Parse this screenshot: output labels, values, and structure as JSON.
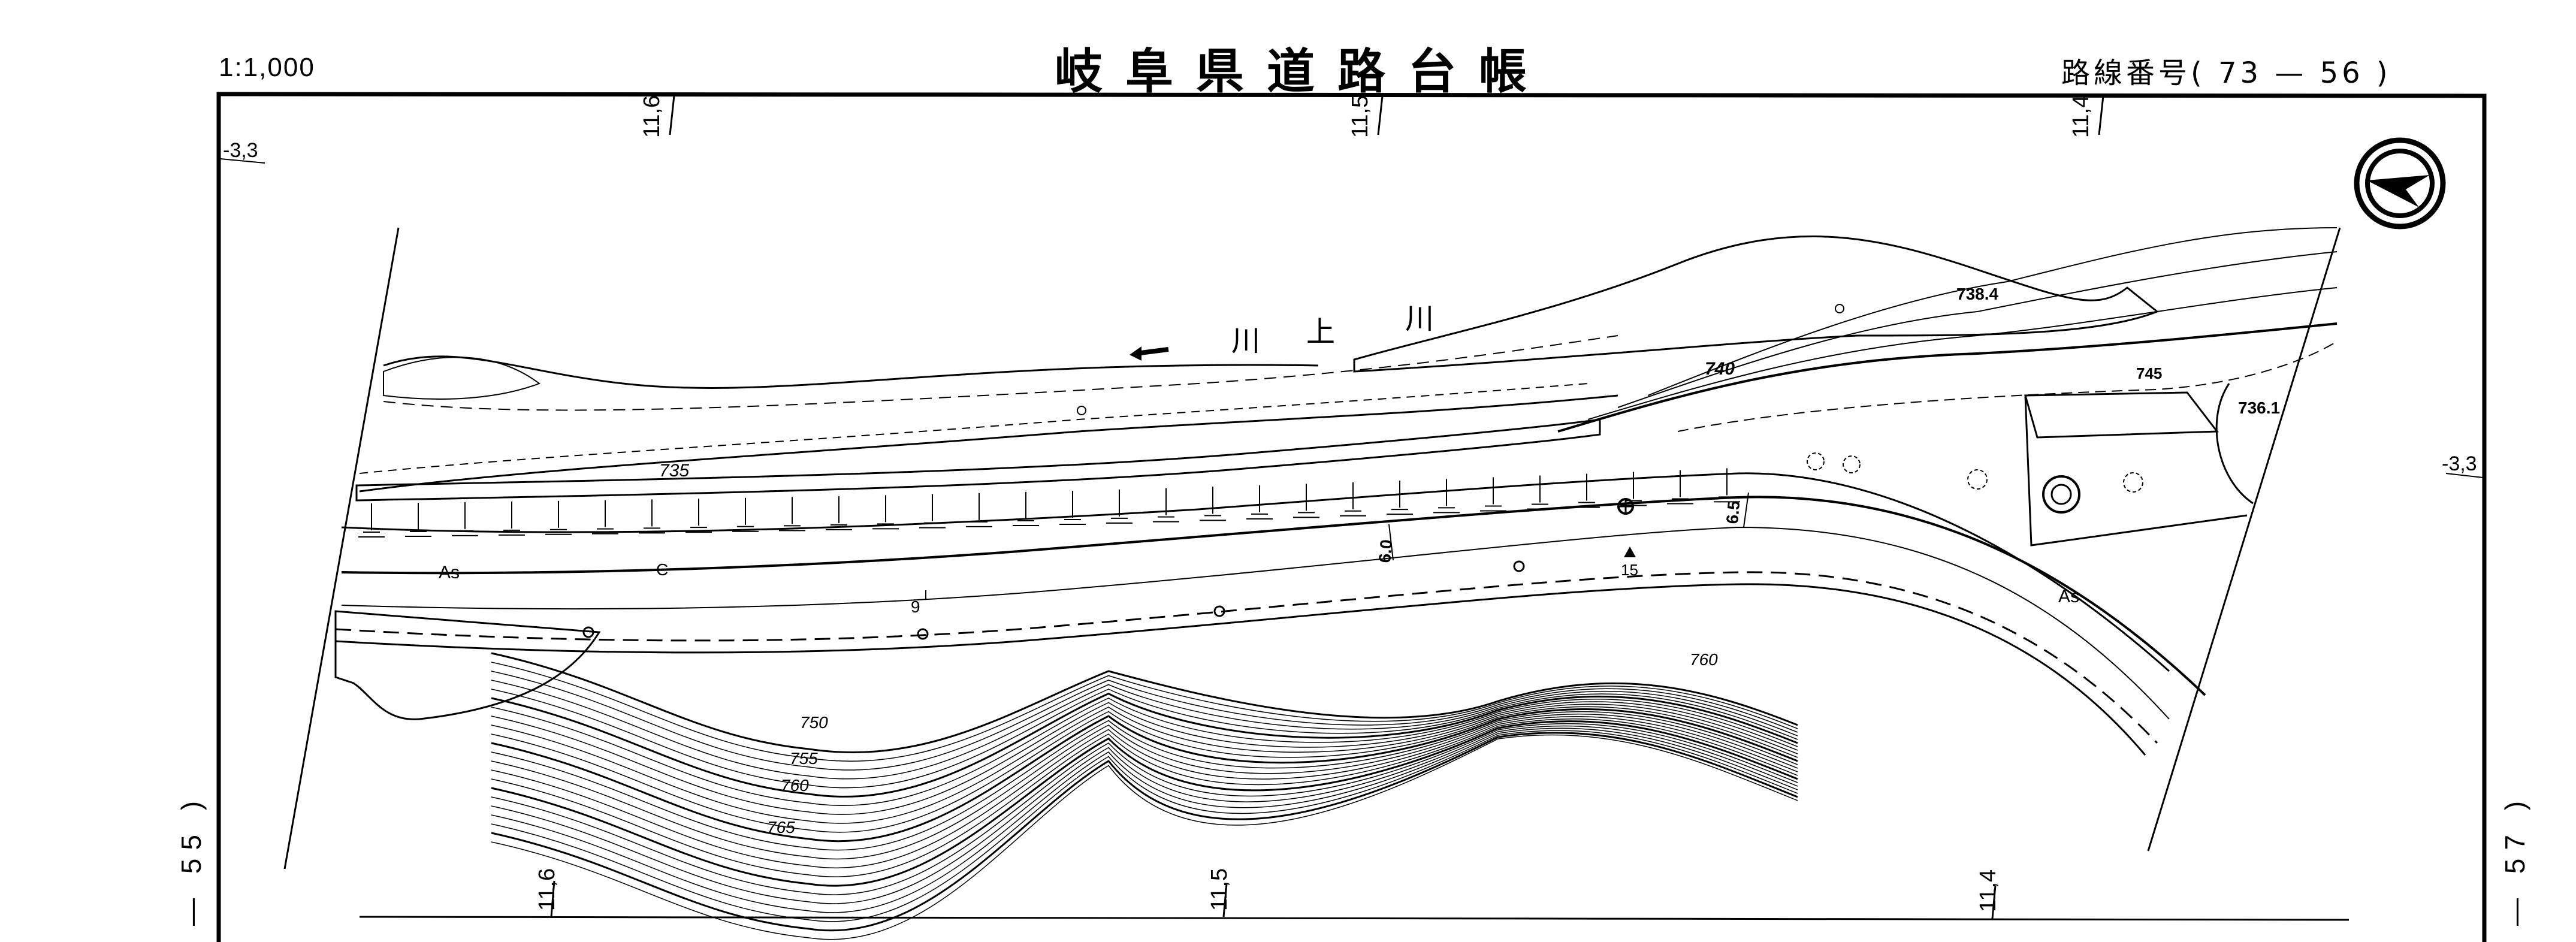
{
  "header": {
    "scale": "1:1,000",
    "title": "岐阜県道路台帳",
    "route_number": "路線番号( 73 — 56 )"
  },
  "adjacent_sheets": {
    "left": "— 55 )",
    "right": "— 57 )"
  },
  "grid_labels": {
    "top": [
      "11,6",
      "11,5",
      "11,4"
    ],
    "bottom": [
      "11,6",
      "11,5",
      "11,4"
    ],
    "left": "-3,3",
    "right": "-3,3"
  },
  "north_arrow": {
    "icon": "north-arrow-icon",
    "direction": "west"
  },
  "river": {
    "name_chars": [
      "川",
      "上",
      "川"
    ],
    "flow": "arrow-left"
  },
  "contours": [
    "735",
    "740",
    "745",
    "750",
    "755",
    "760",
    "765",
    "760"
  ],
  "spot_heights": [
    "738.4",
    "736.1"
  ],
  "road": {
    "surface_labels": [
      "As",
      "C",
      "As"
    ],
    "width_labels": [
      "6.0",
      "6.5"
    ],
    "station_label": "9",
    "benchmark_label": "15"
  }
}
